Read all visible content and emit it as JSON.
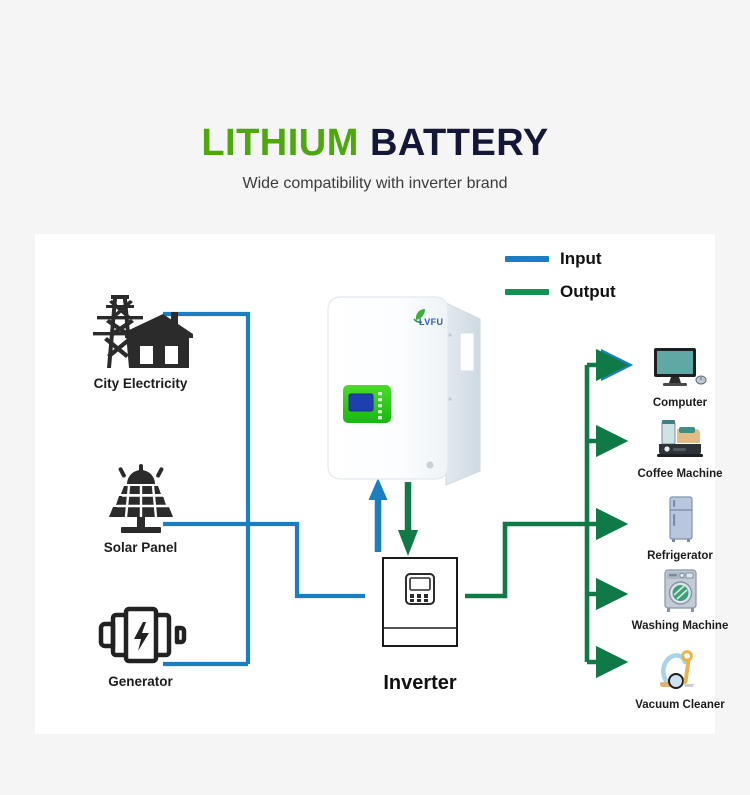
{
  "header": {
    "title_part1": "LITHIUM",
    "title_part2": "BATTERY",
    "subtitle": "Wide compatibility with inverter brand"
  },
  "legend": {
    "items": [
      {
        "label": "Input",
        "color": "#1a7fc1",
        "icon": "input-line-icon"
      },
      {
        "label": "Output",
        "color": "#119152",
        "icon": "output-line-icon"
      }
    ]
  },
  "sources": [
    {
      "label": "City Electricity",
      "icon": "power-tower-house-icon"
    },
    {
      "label": "Solar Panel",
      "icon": "solar-panel-icon"
    },
    {
      "label": "Generator",
      "icon": "generator-icon"
    }
  ],
  "battery": {
    "brand": "LVFU",
    "icon": "wall-mounted-battery-icon",
    "display_icon": "battery-lcd-panel-icon"
  },
  "inverter": {
    "label": "Inverter",
    "icon": "inverter-icon"
  },
  "loads": [
    {
      "label": "Computer",
      "icon": "computer-monitor-icon"
    },
    {
      "label": "Coffee Machine",
      "icon": "coffee-machine-icon"
    },
    {
      "label": "Refrigerator",
      "icon": "refrigerator-icon"
    },
    {
      "label": "Washing Machine",
      "icon": "washing-machine-icon"
    },
    {
      "label": "Vacuum Cleaner",
      "icon": "vacuum-cleaner-icon"
    }
  ],
  "colors": {
    "input": "#1a7fc1",
    "output": "#119152",
    "title_accent": "#4ca80d",
    "title_dark": "#141836",
    "page_bg": "#f5f5f5",
    "panel_bg": "#ffffff"
  }
}
